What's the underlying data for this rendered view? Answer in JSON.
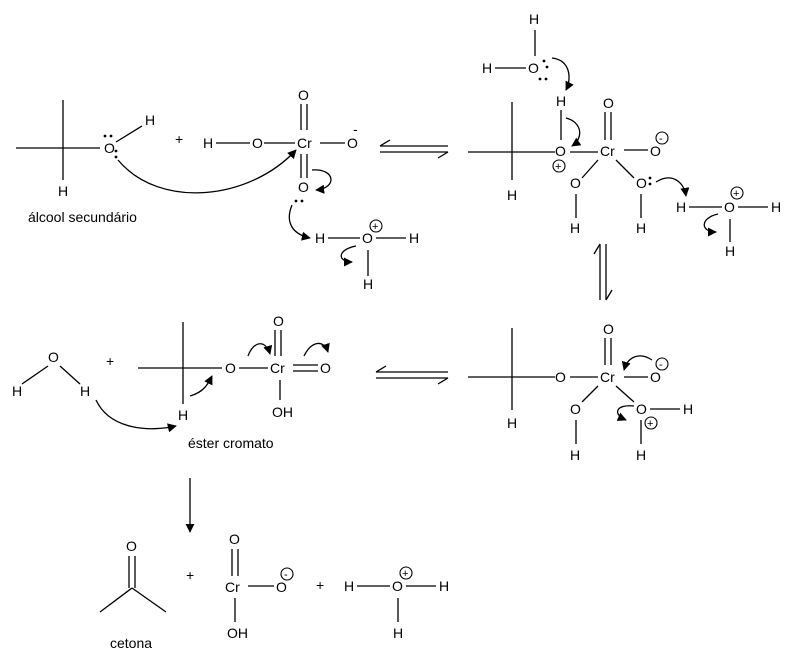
{
  "atoms": {
    "H": "H",
    "O": "O",
    "Cr": "Cr",
    "OH": "OH",
    "minus": "-"
  },
  "operators": {
    "plus": "+"
  },
  "charges": {
    "positive": "+",
    "negative": "-"
  },
  "captions": {
    "secondary_alcohol": "álcool secundário",
    "chromate_ester": "éster cromato",
    "ketone": "cetona"
  }
}
